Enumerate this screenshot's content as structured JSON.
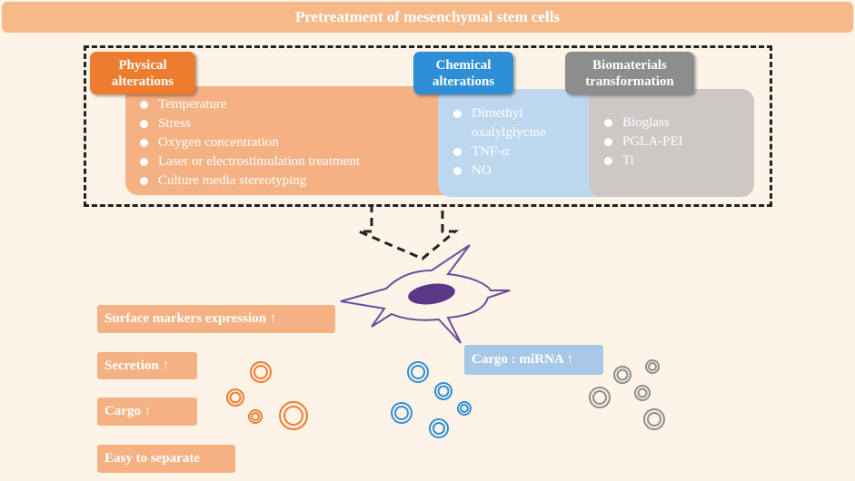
{
  "banner": {
    "title": "Pretreatment of mesenchymal stem cells"
  },
  "physical": {
    "tag": "Physical\nalterations",
    "items": [
      "Temperature",
      "Stress",
      "Oxygen concentration",
      "Laser or electrostimulation  treatment",
      "Culture media stereotyping"
    ]
  },
  "chemical": {
    "tag": "Chemical\nalterations",
    "items": [
      "Dimethyl\noxalylglycine",
      "TNF-α",
      "NO"
    ]
  },
  "biomaterials": {
    "tag": "Biomaterials\ntransformation",
    "items": [
      "Bioglass",
      "PGLA-PEI",
      "Ti"
    ]
  },
  "outcomes": {
    "surface_markers": "Surface markers expression  ↑",
    "secretion": "Secretion ↑",
    "cargo": "Cargo ↑",
    "easy_separate": "Easy to separate",
    "cargo_mirna": "Cargo : miRNA ↑"
  },
  "colors": {
    "orange": "#ee7c2f",
    "blue": "#2f8fd6",
    "grey": "#8d8d8d",
    "cell_outline": "#6b4aa0",
    "nucleus": "#5a3787"
  },
  "icons": [
    "downward-arrow-icon",
    "stem-cell-icon",
    "vesicle-icon"
  ]
}
